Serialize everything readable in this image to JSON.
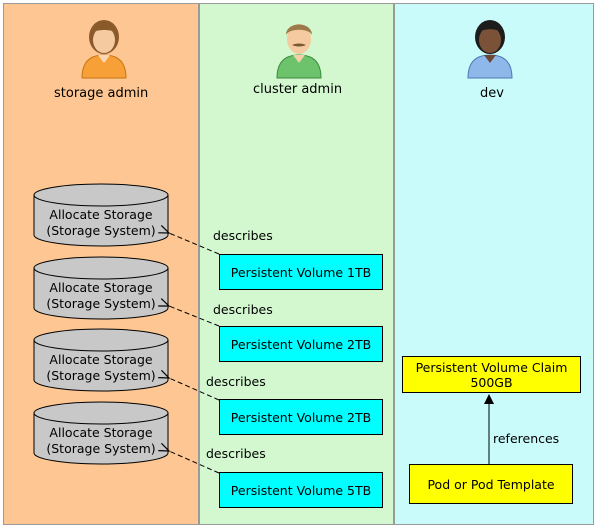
{
  "lanes": {
    "storage_admin": "storage admin",
    "cluster_admin": "cluster admin",
    "dev": "dev"
  },
  "storage": [
    {
      "line1": "Allocate Storage",
      "line2": "(Storage System)"
    },
    {
      "line1": "Allocate Storage",
      "line2": "(Storage System)"
    },
    {
      "line1": "Allocate Storage",
      "line2": "(Storage System)"
    },
    {
      "line1": "Allocate Storage",
      "line2": "(Storage System)"
    }
  ],
  "volumes": [
    "Persistent Volume 1TB",
    "Persistent Volume 2TB",
    "Persistent Volume 2TB",
    "Persistent Volume 5TB"
  ],
  "edges": {
    "describes": "describes",
    "references": "references"
  },
  "claim": {
    "line1": "Persistent Volume Claim",
    "line2": "500GB"
  },
  "pod": "Pod or Pod Template",
  "colors": {
    "storage_lane": "#fdc693",
    "cluster_lane": "#d3f8cf",
    "dev_lane": "#c9fbfb",
    "volume": "#00ffff",
    "claim": "#ffff00",
    "cylinder": "#c8c8c8"
  },
  "icons": [
    "person-orange-icon",
    "person-green-icon",
    "person-blue-icon"
  ]
}
